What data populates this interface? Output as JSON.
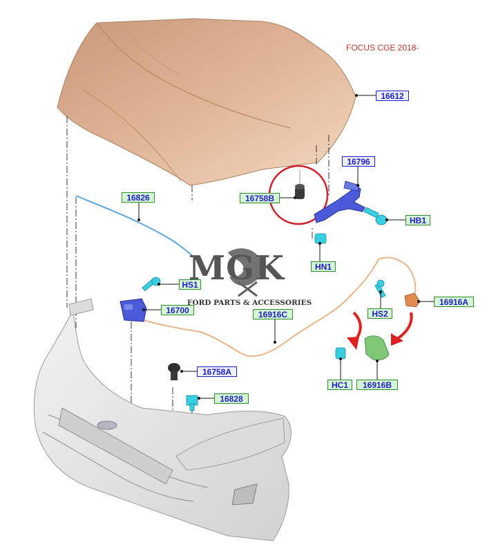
{
  "diagram": {
    "title": "FOCUS CGE 2018-",
    "watermark": {
      "brand": "MGK",
      "tagline": "FORD PARTS & ACCESSORIES"
    },
    "labels": [
      {
        "id": "16612",
        "text": "16612",
        "style": "blue"
      },
      {
        "id": "16796",
        "text": "16796",
        "style": "blue"
      },
      {
        "id": "16758B",
        "text": "16758B",
        "style": "green"
      },
      {
        "id": "HB1",
        "text": "HB1",
        "style": "green"
      },
      {
        "id": "16826",
        "text": "16826",
        "style": "green"
      },
      {
        "id": "HN1",
        "text": "HN1",
        "style": "green"
      },
      {
        "id": "HS1",
        "text": "HS1",
        "style": "green"
      },
      {
        "id": "16700",
        "text": "16700",
        "style": "green"
      },
      {
        "id": "16916C",
        "text": "16916C",
        "style": "green"
      },
      {
        "id": "16916A",
        "text": "16916A",
        "style": "green"
      },
      {
        "id": "HS2",
        "text": "HS2",
        "style": "green"
      },
      {
        "id": "16758A",
        "text": "16758A",
        "style": "blue"
      },
      {
        "id": "16828",
        "text": "16828",
        "style": "green"
      },
      {
        "id": "HC1",
        "text": "HC1",
        "style": "green"
      },
      {
        "id": "16916B",
        "text": "16916B",
        "style": "green"
      }
    ],
    "colors": {
      "hood": "#d8ac8a",
      "bumper": "#e4e4e4",
      "leader": "#1a1a1a",
      "cable": "#f0c9a0",
      "callout_circle": "#d0202a",
      "arrow": "#e02020",
      "part_blue": "#4a5ad8",
      "part_cyan": "#38d0e0",
      "part_green": "#80c878"
    }
  }
}
